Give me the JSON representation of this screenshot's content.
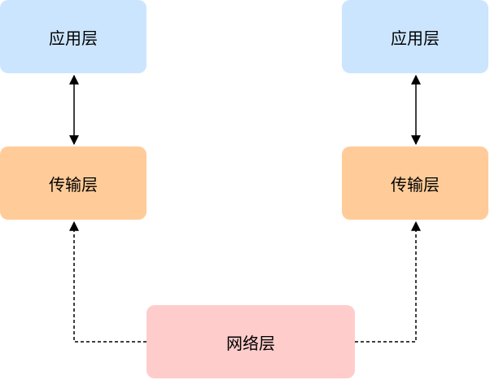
{
  "diagram": {
    "colors": {
      "application": "#cce5ff",
      "transport": "#ffcc99",
      "network": "#ffcccc",
      "line": "#000000"
    },
    "nodes": {
      "app_left": {
        "label": "应用层"
      },
      "app_right": {
        "label": "应用层"
      },
      "transport_left": {
        "label": "传输层"
      },
      "transport_right": {
        "label": "传输层"
      },
      "network": {
        "label": "网络层"
      }
    },
    "edges": [
      {
        "from": "app_left",
        "to": "transport_left",
        "style": "solid",
        "arrows": "both"
      },
      {
        "from": "app_right",
        "to": "transport_right",
        "style": "solid",
        "arrows": "both"
      },
      {
        "from": "network",
        "to": "transport_left",
        "style": "dashed",
        "arrows": "end"
      },
      {
        "from": "network",
        "to": "transport_right",
        "style": "dashed",
        "arrows": "end"
      }
    ]
  }
}
